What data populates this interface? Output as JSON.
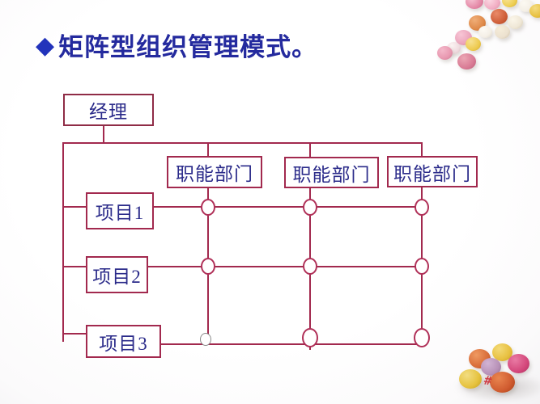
{
  "slide": {
    "title": "矩阵型组织管理模式。",
    "bullet": "◆"
  },
  "palette": {
    "connector_line": "#a2294e",
    "node_border": "#a2294e",
    "node_text": "#2b2b8a",
    "title_text": "#242a9e",
    "bullet_blue": "#2233bb",
    "circle_stroke": "#b03058"
  },
  "diagram": {
    "manager": {
      "label": "经理"
    },
    "departments": [
      {
        "label": "职能部门"
      },
      {
        "label": "职能部门"
      },
      {
        "label": "职能部门"
      }
    ],
    "projects": [
      {
        "label": "项目1"
      },
      {
        "label": "项目2"
      },
      {
        "label": "项目3"
      }
    ]
  },
  "decorations": {
    "watermark": "#"
  }
}
